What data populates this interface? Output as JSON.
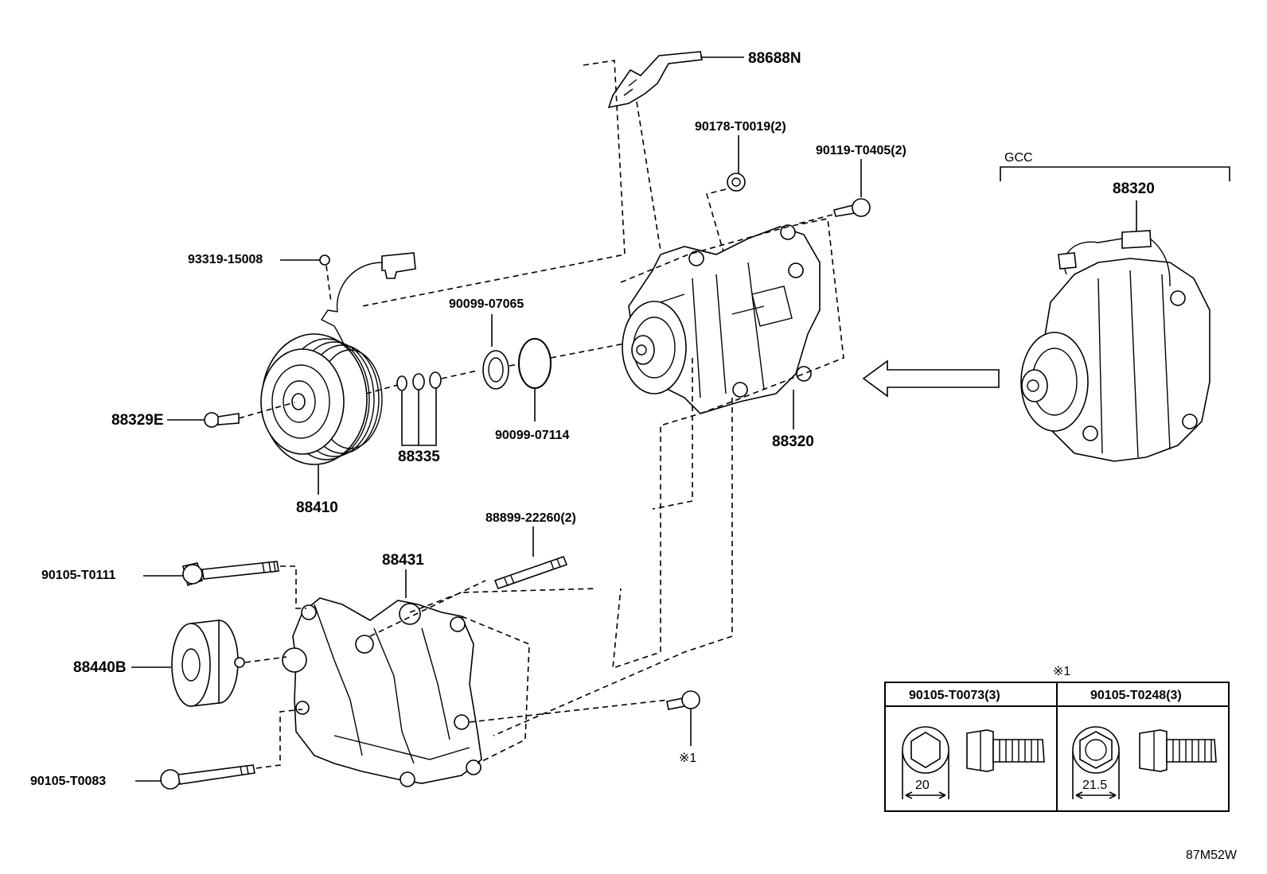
{
  "labels": {
    "p88688N": "88688N",
    "p90178": "90178-T0019(2)",
    "p90119": "90119-T0405(2)",
    "p93319": "93319-15008",
    "p90099_07065": "90099-07065",
    "p90099_07114": "90099-07114",
    "p88329E": "88329E",
    "p88335": "88335",
    "p88410": "88410",
    "p88320_main": "88320",
    "p88320_gcc": "88320",
    "p88899": "88899-22260(2)",
    "p88431": "88431",
    "p90105_T0111": "90105-T0111",
    "p88440B": "88440B",
    "p90105_T0083": "90105-T0083",
    "ref_mark": "※1"
  },
  "gcc_label": "GCC",
  "table": {
    "header_mark": "※1",
    "col1_part": "90105-T0073(3)",
    "col1_size": "20",
    "col2_part": "90105-T0248(3)",
    "col2_size": "21.5"
  },
  "figure_code": "87M52W"
}
